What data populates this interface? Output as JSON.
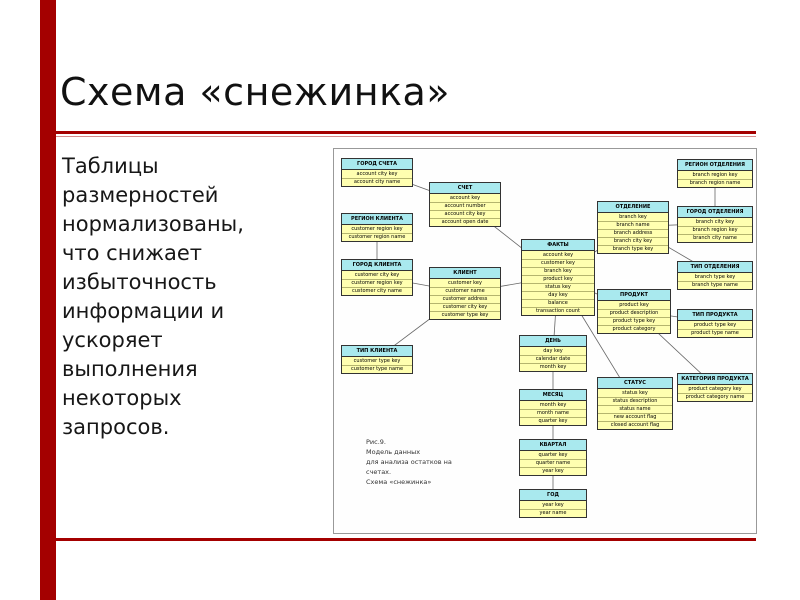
{
  "slide": {
    "title": "Схема «снежинка»",
    "body_text": "Таблицы размерностей нормализованы, что снижает избыточность информации и ускоряет выполнения некоторых запросов.",
    "accent_color": "#a40000"
  },
  "diagram": {
    "caption_lines": [
      "Рис.9.",
      "Модель данных",
      "для анализа остатков на счетах.",
      "Схема «снежинка»"
    ],
    "colors": {
      "header_bg": "#a9e9ee",
      "row_bg": "#ffffb0",
      "line": "#666666"
    },
    "tables": [
      {
        "id": "gorod-scheta",
        "title": "ГОРОД СЧЕТА",
        "rows": [
          "account city key",
          "account city name"
        ]
      },
      {
        "id": "schet",
        "title": "СЧЕТ",
        "rows": [
          "account key",
          "account number",
          "account city key",
          "account open date"
        ]
      },
      {
        "id": "region-klienta",
        "title": "РЕГИОН КЛИЕНТА",
        "rows": [
          "customer region key",
          "customer region name"
        ]
      },
      {
        "id": "gorod-klienta",
        "title": "ГОРОД КЛИЕНТА",
        "rows": [
          "customer city key",
          "customer region key",
          "customer city name"
        ]
      },
      {
        "id": "klient",
        "title": "КЛИЕНТ",
        "rows": [
          "customer key",
          "customer name",
          "customer address",
          "customer city key",
          "customer type key"
        ]
      },
      {
        "id": "tip-klienta",
        "title": "ТИП КЛИЕНТА",
        "rows": [
          "customer type key",
          "customer type name"
        ]
      },
      {
        "id": "fakty",
        "title": "ФАКТЫ",
        "rows": [
          "account key",
          "customer key",
          "branch key",
          "product key",
          "status key",
          "day key",
          "balance",
          "transaction count"
        ]
      },
      {
        "id": "den",
        "title": "ДЕНЬ",
        "rows": [
          "day key",
          "calendar date",
          "month key"
        ]
      },
      {
        "id": "mesyats",
        "title": "МЕСЯЦ",
        "rows": [
          "month key",
          "month name",
          "quarter key"
        ]
      },
      {
        "id": "kvartal",
        "title": "КВАРТАЛ",
        "rows": [
          "quarter key",
          "quarter name",
          "year key"
        ]
      },
      {
        "id": "god",
        "title": "ГОД",
        "rows": [
          "year key",
          "year name"
        ]
      },
      {
        "id": "otdelenie",
        "title": "ОТДЕЛЕНИЕ",
        "rows": [
          "branch key",
          "branch name",
          "branch address",
          "branch city key",
          "branch type key"
        ]
      },
      {
        "id": "produkt",
        "title": "ПРОДУКТ",
        "rows": [
          "product key",
          "product description",
          "product type key",
          "product category"
        ]
      },
      {
        "id": "status",
        "title": "СТАТУС",
        "rows": [
          "status key",
          "status description",
          "status name",
          "new account flag",
          "closed account flag"
        ]
      },
      {
        "id": "region-otdeleniya",
        "title": "РЕГИОН ОТДЕЛЕНИЯ",
        "rows": [
          "branch region key",
          "branch region name"
        ]
      },
      {
        "id": "gorod-otdeleniya",
        "title": "ГОРОД ОТДЕЛЕНИЯ",
        "rows": [
          "branch city key",
          "branch region key",
          "branch city name"
        ]
      },
      {
        "id": "tip-otdeleniya",
        "title": "ТИП ОТДЕЛЕНИЯ",
        "rows": [
          "branch type key",
          "branch type name"
        ]
      },
      {
        "id": "tip-produkta",
        "title": "ТИП ПРОДУКТА",
        "rows": [
          "product type key",
          "product type name"
        ]
      },
      {
        "id": "kategoriya-produkta",
        "title": "КАТЕГОРИЯ ПРОДУКТА",
        "rows": [
          "product category key",
          "product category name"
        ]
      }
    ],
    "connections": [
      [
        "schet",
        "gorod-scheta"
      ],
      [
        "fakty",
        "schet"
      ],
      [
        "gorod-klienta",
        "region-klienta"
      ],
      [
        "klient",
        "gorod-klienta"
      ],
      [
        "klient",
        "tip-klienta"
      ],
      [
        "fakty",
        "klient"
      ],
      [
        "fakty",
        "den"
      ],
      [
        "den",
        "mesyats"
      ],
      [
        "mesyats",
        "kvartal"
      ],
      [
        "kvartal",
        "god"
      ],
      [
        "fakty",
        "otdelenie"
      ],
      [
        "fakty",
        "produkt"
      ],
      [
        "fakty",
        "status"
      ],
      [
        "otdelenie",
        "gorod-otdeleniya"
      ],
      [
        "otdelenie",
        "tip-otdeleniya"
      ],
      [
        "gorod-otdeleniya",
        "region-otdeleniya"
      ],
      [
        "produkt",
        "tip-produkta"
      ],
      [
        "produkt",
        "kategoriya-produkta"
      ]
    ]
  }
}
